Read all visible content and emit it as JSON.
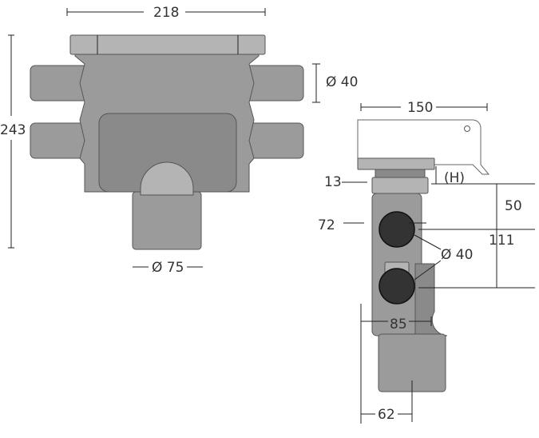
{
  "front_view": {
    "width_label": "218",
    "height_label": "243",
    "inlet_diameter_label": "Ø 40",
    "outlet_diameter_label": "Ø 75"
  },
  "side_view": {
    "width_label": "150",
    "grate_label": "(H)",
    "depth_13_label": "13",
    "depth_50_label": "50",
    "offset_72_label": "72",
    "height_111_label": "111",
    "inlet_diameter_label": "Ø 40",
    "outlet_offset_85_label": "85",
    "outlet_offset_62_label": "62"
  },
  "colors": {
    "body": "#9b9b9b",
    "inlet_hole": "#333333"
  }
}
